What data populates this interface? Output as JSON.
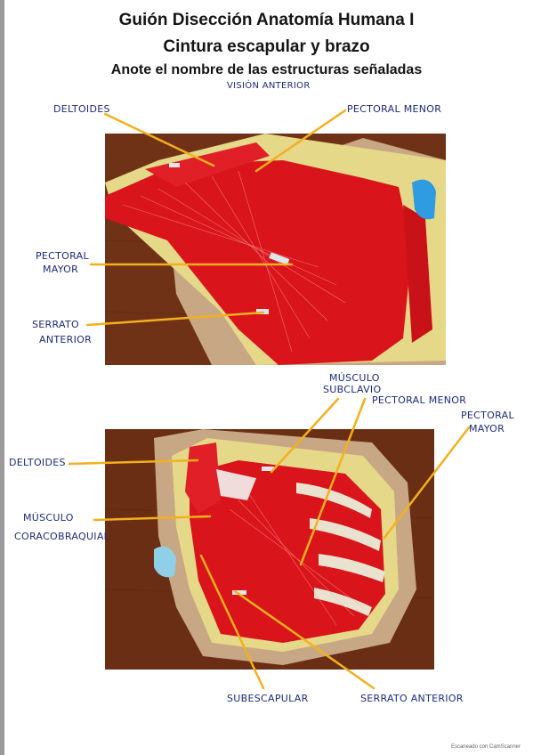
{
  "header": {
    "title": "Guión Disección Anatomía Humana I",
    "subtitle": "Cintura escapular y brazo",
    "instruction": "Anote el nombre de las estructuras señaladas"
  },
  "view_label": "VISIÓN ANTERIOR",
  "figure1": {
    "labels": {
      "deltoides": "DELTOIDES",
      "pectoral_menor": "PECTORAL MENOR",
      "pectoral_mayor_1": "PECTORAL",
      "pectoral_mayor_2": "MAYOR",
      "serrato_1": "SERRATO",
      "serrato_2": "ANTERIOR"
    }
  },
  "figure2": {
    "labels": {
      "subclavio_1": "MÚSCULO",
      "subclavio_2": "SUBCLAVIO",
      "pectoral_menor": "PECTORAL MENOR",
      "pectoral_mayor_1": "PECTORAL",
      "pectoral_mayor_2": "MAYOR",
      "deltoides": "DELTOIDES",
      "coraco_1": "MÚSCULO",
      "coraco_2": "CORACOBRAQUIAL",
      "subescapular": "SUBESCAPULAR",
      "serrato": "SERRATO ANTERIOR"
    }
  },
  "footer": "Escaneado con CamScanner",
  "colors": {
    "arrow": "#f2b01e",
    "muscle": "#d9141b",
    "fat": "#e6d889",
    "wood": "#6a2e14",
    "ink": "#1d2a7a"
  }
}
